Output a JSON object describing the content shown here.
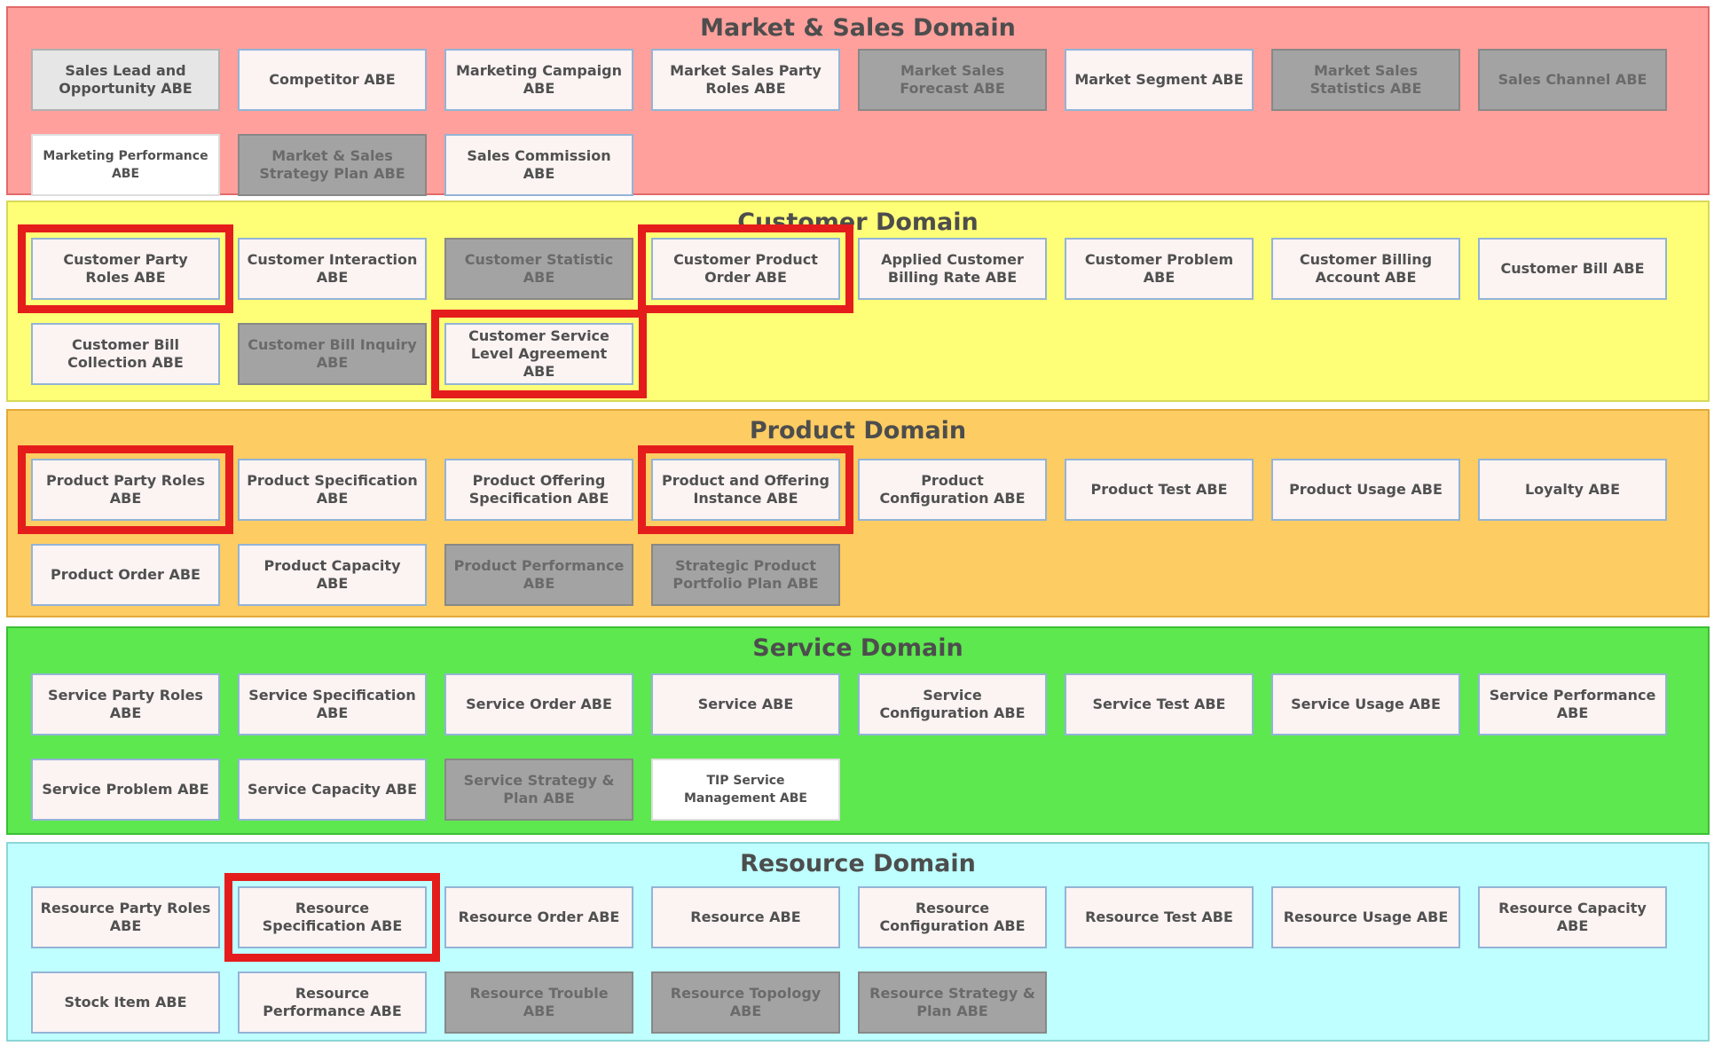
{
  "domains": [
    {
      "id": "market",
      "title": "Market & Sales Domain",
      "color": "#ffa09c",
      "border": "#e26a6a",
      "items": [
        {
          "label": "Sales Lead and Opportunity ABE",
          "style": "lightgray"
        },
        {
          "label": "Competitor ABE",
          "style": "normal"
        },
        {
          "label": "Marketing Campaign ABE",
          "style": "normal"
        },
        {
          "label": "Market Sales Party Roles ABE",
          "style": "normal"
        },
        {
          "label": "Market Sales Forecast ABE",
          "style": "gray"
        },
        {
          "label": "Market Segment ABE",
          "style": "normal"
        },
        {
          "label": "Market Sales Statistics ABE",
          "style": "gray"
        },
        {
          "label": "Sales Channel ABE",
          "style": "gray"
        },
        {
          "label": "Marketing Performance ABE",
          "style": "white"
        },
        {
          "label": "Market & Sales Strategy Plan ABE",
          "style": "gray"
        },
        {
          "label": "Sales Commission ABE",
          "style": "normal"
        }
      ]
    },
    {
      "id": "customer",
      "title": "Customer Domain",
      "color": "#ffff77",
      "border": "#d8d85a",
      "items": [
        {
          "label": "Customer Party Roles ABE",
          "style": "normal",
          "highlight": true
        },
        {
          "label": "Customer Interaction ABE",
          "style": "normal"
        },
        {
          "label": "Customer Statistic ABE",
          "style": "gray"
        },
        {
          "label": "Customer Product Order ABE",
          "style": "normal",
          "highlight": true
        },
        {
          "label": "Applied Customer Billing Rate ABE",
          "style": "normal"
        },
        {
          "label": "Customer Problem ABE",
          "style": "normal"
        },
        {
          "label": "Customer Billing Account ABE",
          "style": "normal"
        },
        {
          "label": "Customer Bill ABE",
          "style": "normal"
        },
        {
          "label": "Customer Bill Collection ABE",
          "style": "normal"
        },
        {
          "label": "Customer Bill Inquiry ABE",
          "style": "gray"
        },
        {
          "label": "Customer Service Level Agreement ABE",
          "style": "normal",
          "highlight": true
        }
      ]
    },
    {
      "id": "product",
      "title": "Product Domain",
      "color": "#fdcc62",
      "border": "#e2aa3a",
      "items": [
        {
          "label": "Product Party Roles ABE",
          "style": "normal",
          "highlight": true
        },
        {
          "label": "Product Specification ABE",
          "style": "normal"
        },
        {
          "label": "Product Offering Specification ABE",
          "style": "normal"
        },
        {
          "label": "Product and Offering Instance ABE",
          "style": "normal",
          "highlight": true
        },
        {
          "label": "Product Configuration ABE",
          "style": "normal"
        },
        {
          "label": "Product Test ABE",
          "style": "normal"
        },
        {
          "label": "Product Usage ABE",
          "style": "normal"
        },
        {
          "label": "Loyalty ABE",
          "style": "normal"
        },
        {
          "label": "Product Order ABE",
          "style": "normal"
        },
        {
          "label": "Product Capacity ABE",
          "style": "normal"
        },
        {
          "label": "Product Performance ABE",
          "style": "gray"
        },
        {
          "label": "Strategic Product Portfolio Plan ABE",
          "style": "gray"
        }
      ]
    },
    {
      "id": "service",
      "title": "Service Domain",
      "color": "#5ce84e",
      "border": "#3bbf35",
      "items": [
        {
          "label": "Service Party Roles ABE",
          "style": "normal"
        },
        {
          "label": "Service Specification ABE",
          "style": "normal"
        },
        {
          "label": "Service Order ABE",
          "style": "normal"
        },
        {
          "label": "Service ABE",
          "style": "normal"
        },
        {
          "label": "Service Configuration ABE",
          "style": "normal"
        },
        {
          "label": "Service Test ABE",
          "style": "normal"
        },
        {
          "label": "Service Usage ABE",
          "style": "normal"
        },
        {
          "label": "Service Performance ABE",
          "style": "normal"
        },
        {
          "label": "Service Problem ABE",
          "style": "normal"
        },
        {
          "label": "Service Capacity ABE",
          "style": "normal"
        },
        {
          "label": "Service Strategy & Plan ABE",
          "style": "gray"
        },
        {
          "label": "TIP Service Management ABE",
          "style": "white"
        }
      ]
    },
    {
      "id": "resource",
      "title": "Resource Domain",
      "color": "#bfffff",
      "border": "#8cd6d6",
      "items": [
        {
          "label": "Resource Party Roles ABE",
          "style": "normal"
        },
        {
          "label": "Resource Specification ABE",
          "style": "normal",
          "highlight": true
        },
        {
          "label": "Resource Order ABE",
          "style": "normal"
        },
        {
          "label": "Resource ABE",
          "style": "normal"
        },
        {
          "label": "Resource Configuration ABE",
          "style": "normal"
        },
        {
          "label": "Resource Test ABE",
          "style": "normal"
        },
        {
          "label": "Resource Usage ABE",
          "style": "normal"
        },
        {
          "label": "Resource Capacity ABE",
          "style": "normal"
        },
        {
          "label": "Stock Item ABE",
          "style": "normal"
        },
        {
          "label": "Resource Performance ABE",
          "style": "normal"
        },
        {
          "label": "Resource Trouble ABE",
          "style": "gray"
        },
        {
          "label": "Resource Topology ABE",
          "style": "gray"
        },
        {
          "label": "Resource Strategy & Plan ABE",
          "style": "gray"
        }
      ]
    }
  ],
  "highlight_color": "#e51c1c"
}
